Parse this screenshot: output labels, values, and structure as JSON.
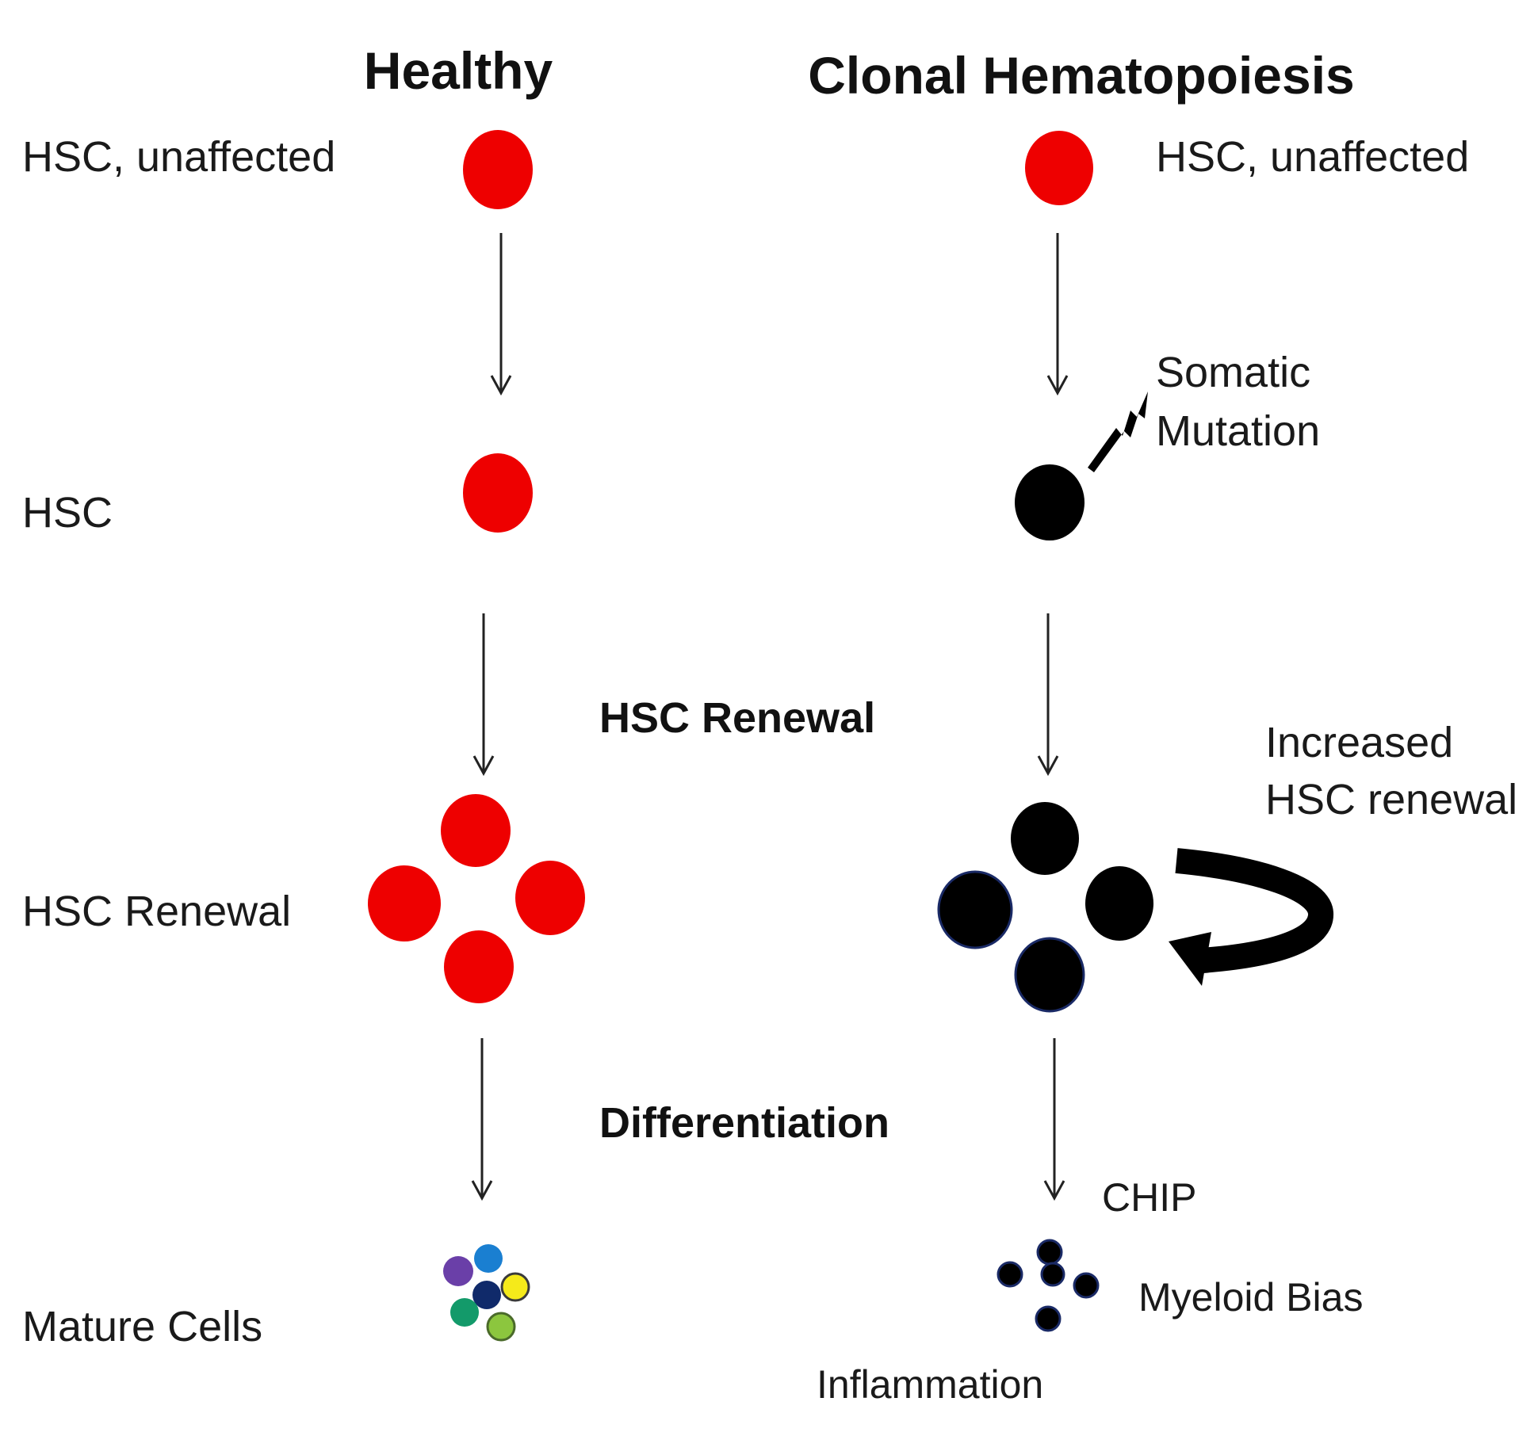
{
  "titles": {
    "healthy": "Healthy",
    "clonal": "Clonal Hematopoiesis"
  },
  "healthy_labels": {
    "hsc_unaffected": "HSC, unaffected",
    "hsc": "HSC",
    "hsc_renewal": "HSC Renewal",
    "mature_cells": "Mature Cells"
  },
  "center_labels": {
    "hsc_renewal": "HSC Renewal",
    "differentiation": "Differentiation"
  },
  "clonal_labels": {
    "hsc_unaffected": "HSC, unaffected",
    "somatic_line1": "Somatic",
    "somatic_line2": "Mutation",
    "increased_line1": "Increased",
    "increased_line2": "HSC renewal",
    "chip": "CHIP",
    "myeloid_bias": "Myeloid Bias",
    "inflammation": "Inflammation"
  },
  "colors": {
    "healthy_cell": "#ee0000",
    "mutant_cell": "#000000",
    "mutant_outline": "#1a2a66",
    "mature_purple": "#6a3fa8",
    "mature_blue": "#1a7fd1",
    "mature_navy": "#102a6a",
    "mature_yellow": "#f5ea1a",
    "mature_green": "#139a6a",
    "mature_lightgreen": "#8cc63e",
    "arrow": "#222222"
  }
}
